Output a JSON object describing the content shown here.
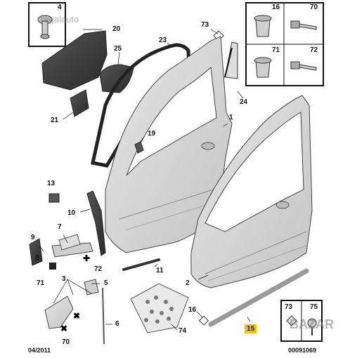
{
  "watermark_top": "regalauto",
  "watermark_bottom": "BAZAR",
  "date_code": "04/2011",
  "drawing_number": "00091069",
  "highlight_label": "15",
  "colors": {
    "door_fill": "#d7d7d7",
    "highlight": "#f3c200",
    "dark_part": "#3a3a3a"
  },
  "inset_boxes": {
    "top_left": [
      "4"
    ],
    "top_right": [
      "16",
      "70",
      "71",
      "72"
    ],
    "bottom_right": [
      "73",
      "75"
    ]
  },
  "part_labels": [
    "20",
    "25",
    "21",
    "23",
    "73",
    "24",
    "1",
    "19",
    "13",
    "10",
    "7",
    "9",
    "8",
    "72",
    "71",
    "3",
    "5",
    "70",
    "6",
    "11",
    "2",
    "74",
    "16"
  ]
}
